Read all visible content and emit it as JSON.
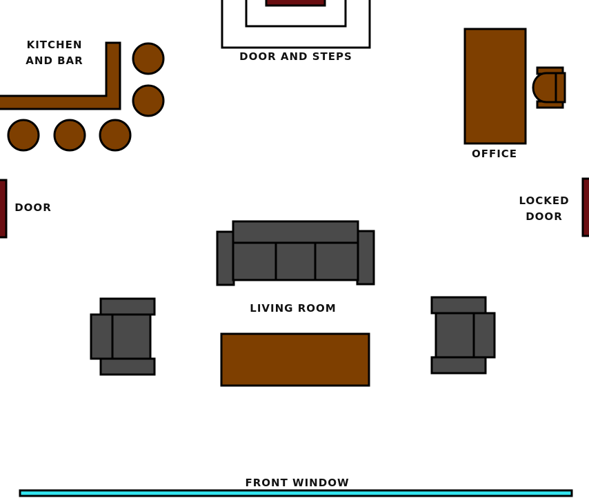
{
  "labels": {
    "kitchen_line1": "KITCHEN",
    "kitchen_line2": "AND BAR",
    "door_and_steps": "DOOR AND STEPS",
    "office": "OFFICE",
    "door": "DOOR",
    "locked_door_line1": "LOCKED",
    "locked_door_line2": "DOOR",
    "living_room": "LIVING ROOM",
    "front_window": "FRONT WINDOW"
  },
  "colors": {
    "wood": "#7e3f00",
    "sofa": "#4a4a4a",
    "door": "#6b0f12",
    "window": "#33e5f0",
    "outline": "#000000",
    "background": "#ffffff"
  }
}
